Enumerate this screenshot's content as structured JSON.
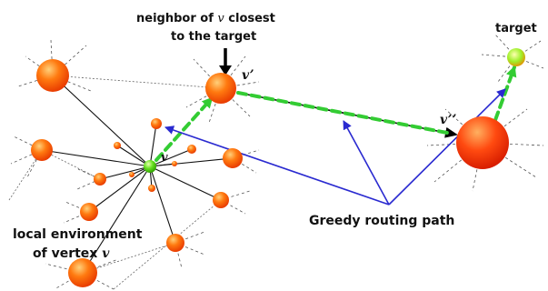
{
  "labels": {
    "neighbor_line1": "neighbor of",
    "neighbor_v": "v",
    "neighbor_closest": "closest",
    "neighbor_line2": "to the target",
    "target": "target",
    "v": "v",
    "v_prime": "v’",
    "v_dprime": "v’’",
    "greedy": "Greedy routing path",
    "local_line1": "local environment",
    "local_line2_prefix": "of vertex",
    "local_v": "v"
  },
  "colors": {
    "node_orange": "#ff6a00",
    "node_green": "#44d60f",
    "path_green": "#33cc33",
    "arrow_blue": "#2a2ad0",
    "edge_black": "#000000"
  }
}
